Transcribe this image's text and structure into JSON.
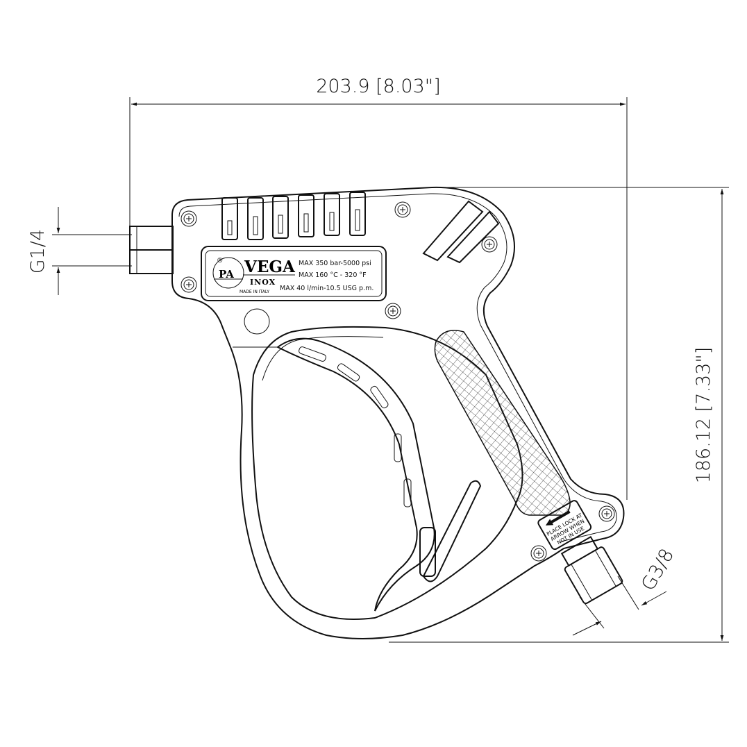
{
  "dimensions": {
    "width": "203.9 [8.03\"]",
    "height": "186.12 [7.33\"]",
    "inlet": "G1/4",
    "outlet": "G3/8"
  },
  "nameplate": {
    "brand": "PA",
    "registered": "®",
    "model": "VEGA",
    "material": "INOX",
    "origin": "MADE IN ITALY",
    "spec_pressure": "MAX 350 bar-5000 psi",
    "spec_temperature": "MAX 160 °C - 320 °F",
    "spec_flow": "MAX 40 l/min-10.5 USG p.m."
  },
  "lock_label": {
    "line1": "PLACE LOCK AT",
    "line2": "ARROW WHEN",
    "line3": "NOT IN USE"
  }
}
